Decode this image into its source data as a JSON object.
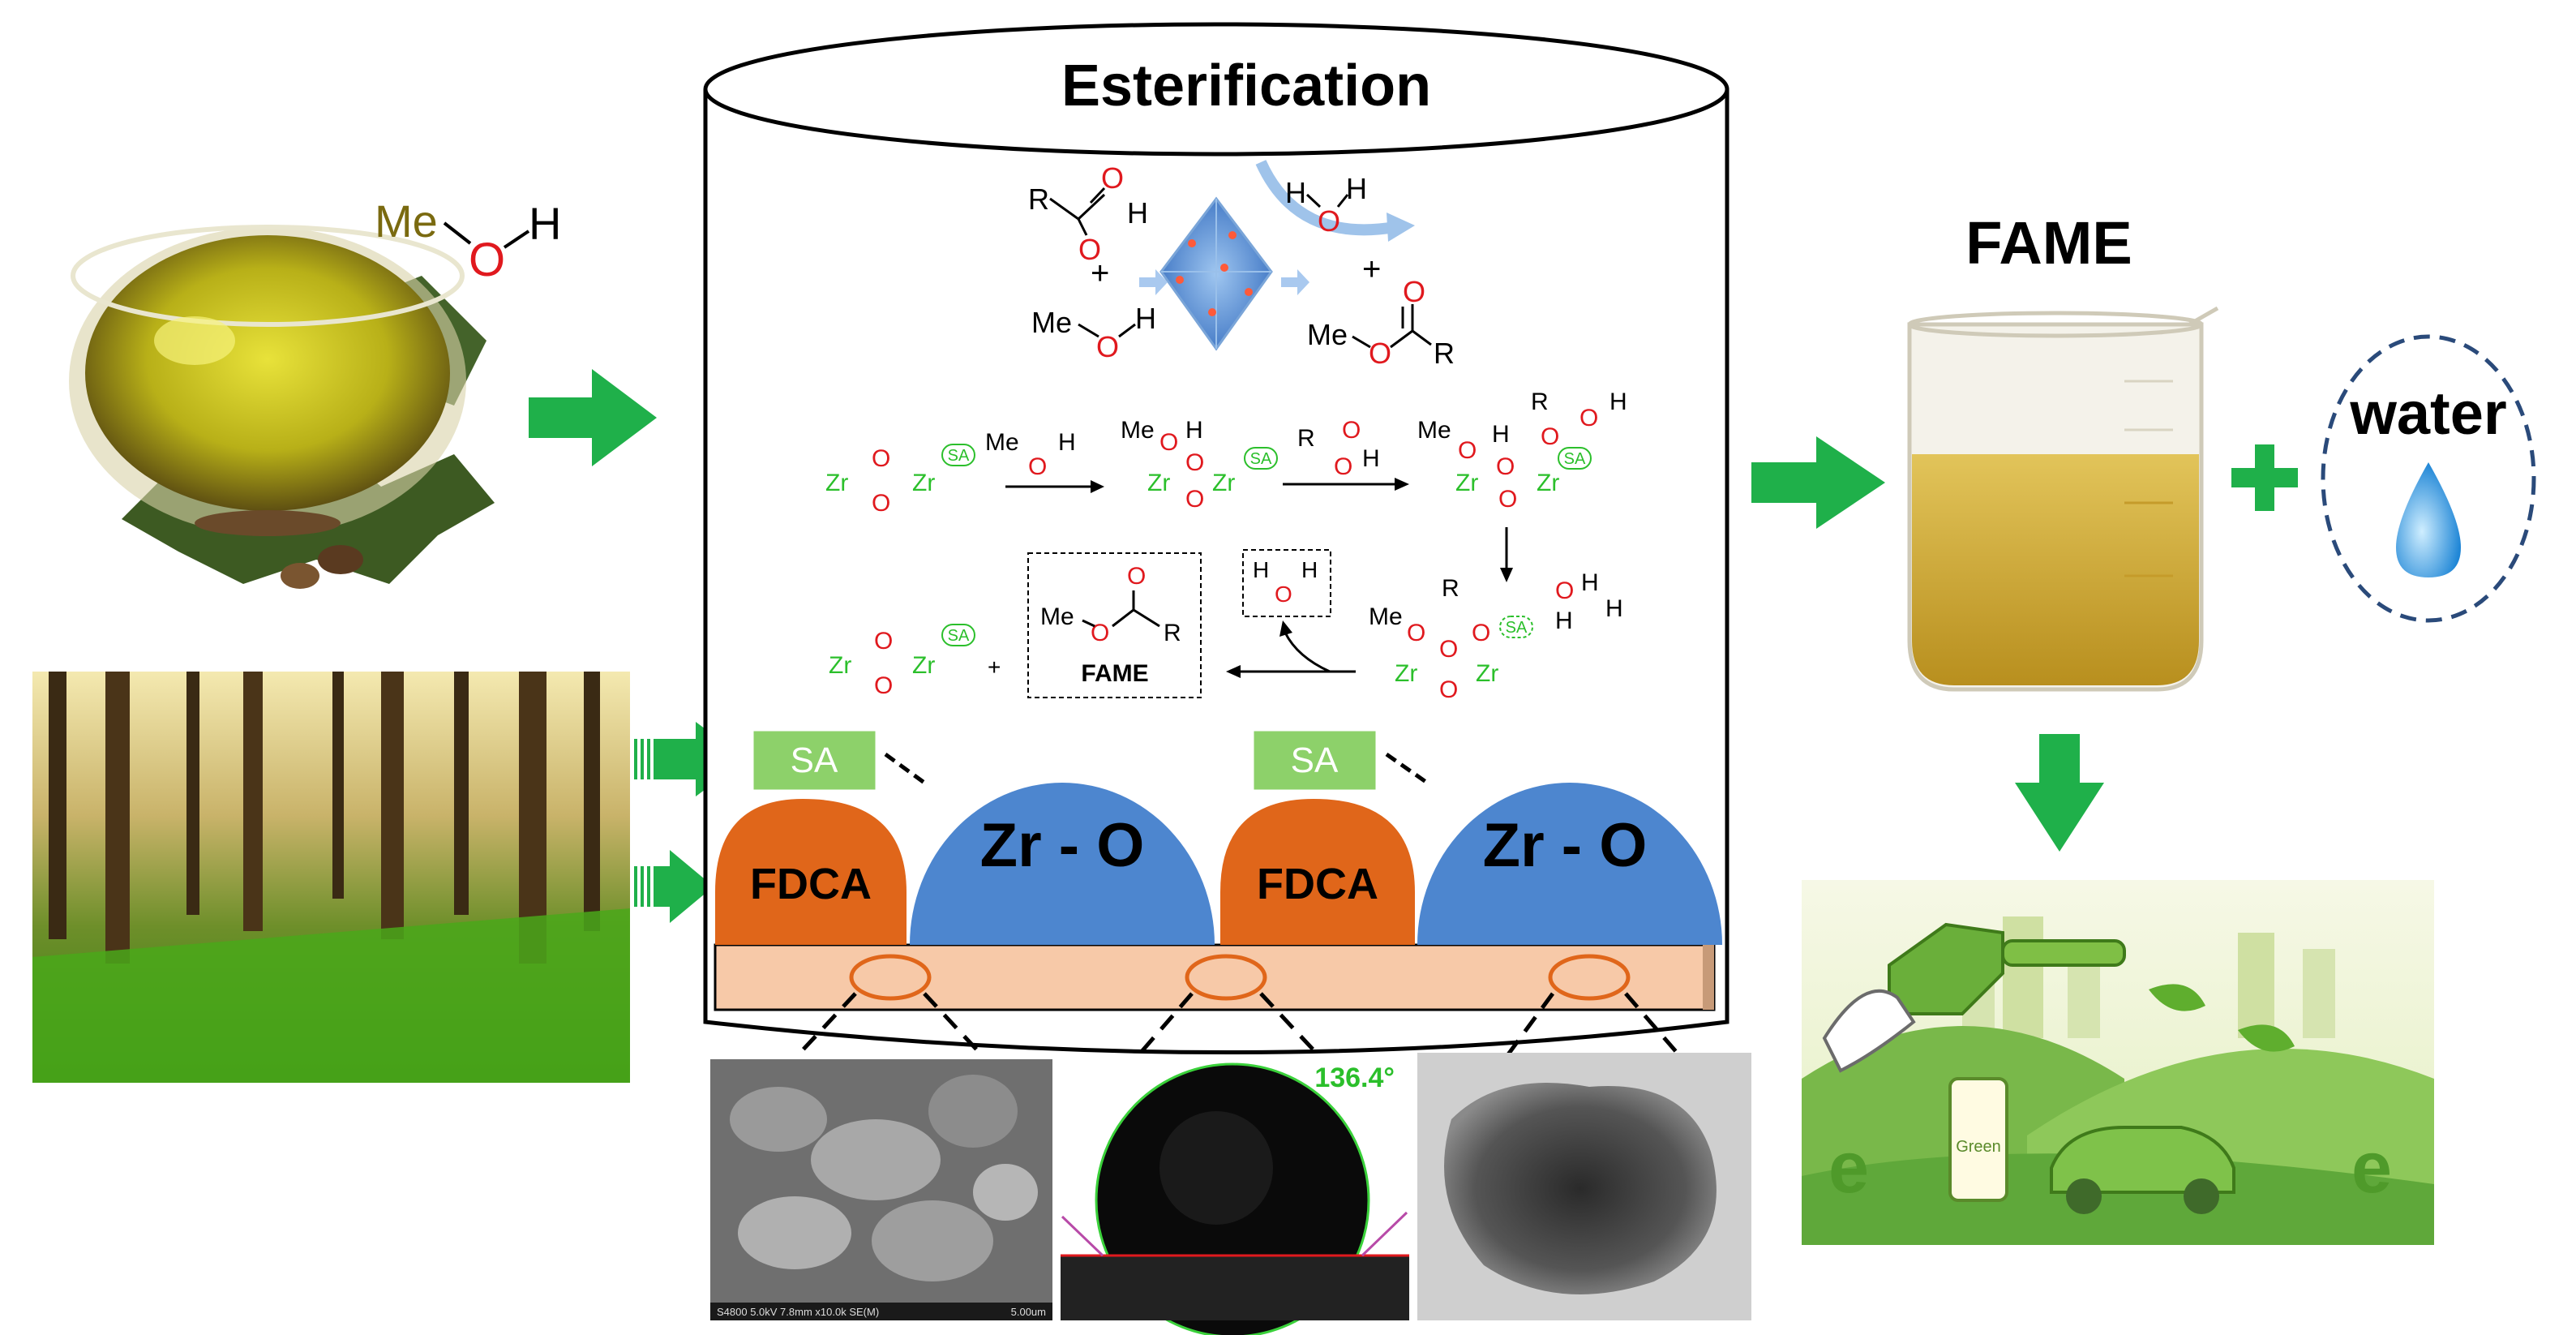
{
  "title": "Esterification",
  "feedstock": {
    "methanol_me": "Me",
    "methanol_o": "O",
    "methanol_h": "H"
  },
  "reaction_scheme": {
    "acid_r": "R",
    "acid_o_double": "O",
    "acid_o": "O",
    "acid_h": "H",
    "plus_left": "+",
    "meoh_me": "Me",
    "meoh_o": "O",
    "meoh_h": "H",
    "water_h1": "H",
    "water_o": "O",
    "water_h2": "H",
    "plus_right": "+",
    "ester_me": "Me",
    "ester_o": "O",
    "ester_o_double": "O",
    "ester_r": "R"
  },
  "mechanism": {
    "zr": "Zr",
    "o": "O",
    "sa": "SA",
    "me": "Me",
    "h": "H",
    "r": "R",
    "plus": "+",
    "fame_box_label": "FAME"
  },
  "catalyst_model": {
    "sa_label": "SA",
    "fdca_label": "FDCA",
    "zro_label": "Zr - O"
  },
  "micrographs": {
    "contact_angle": "136.4°",
    "sem_caption": "S4800 5.0kV 7.8mm x10.0k SE(M)",
    "sem_scale": "5.00um"
  },
  "product": {
    "fame_label": "FAME",
    "plus": "+",
    "water_label": "water"
  },
  "green_scene": {
    "station_label": "Green",
    "e_left": "e",
    "e_right": "e"
  },
  "colors": {
    "arrow_green": "#1fb04a",
    "fdca_orange": "#e0661a",
    "zro_blue": "#4d86cf",
    "sa_green": "#8dd16a",
    "oxygen_red": "#e0191e",
    "zr_green": "#2bbf2b",
    "substrate_peach": "#f7c9a8",
    "beaker_oil": "#c9a43a"
  }
}
